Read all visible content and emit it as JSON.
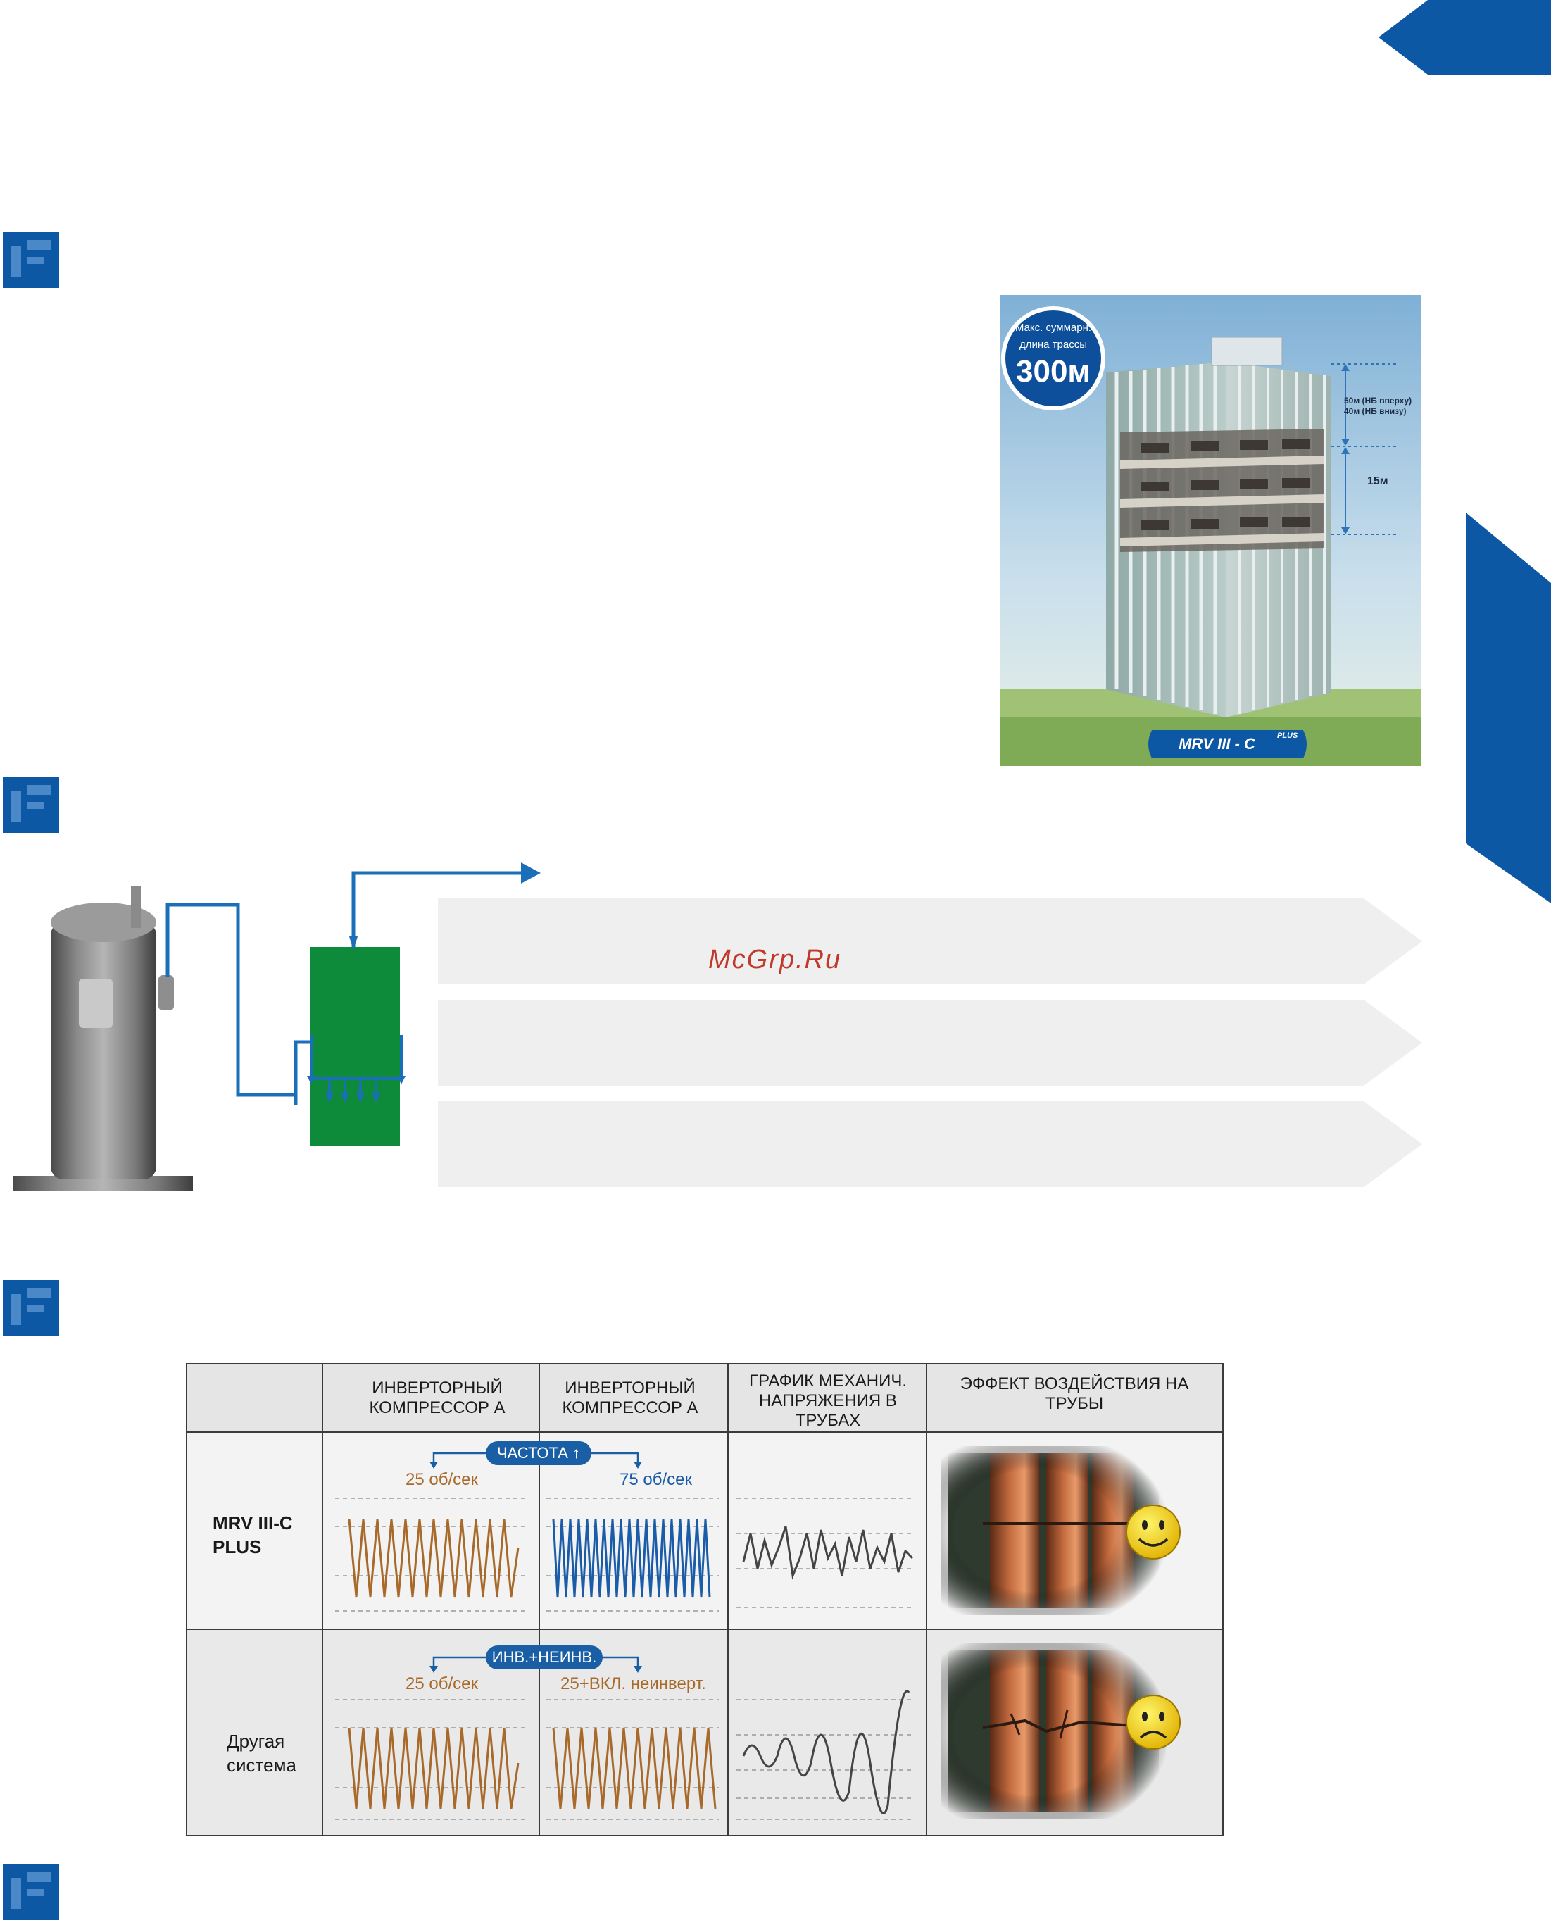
{
  "colors": {
    "brand_blue": "#0d58a4",
    "green_box": "#0e8a3b",
    "orange_wave": "#a86a2a",
    "blue_wave": "#1b5ca8",
    "gray_wave": "#444444"
  },
  "building": {
    "bubble_line1": "Макс. суммарн.",
    "bubble_line2": "длина трассы",
    "bubble_value": "300м",
    "dim_upper_line1": "50м (НБ вверху)",
    "dim_upper_line2": "40м (НБ внизу)",
    "dim_lower": "15м",
    "brand_main": "MRV III - C",
    "brand_sup": "PLUS"
  },
  "watermark": "McGrp.Ru",
  "table": {
    "headers": [
      "",
      "ИНВЕРТОРНЫЙ КОМПРЕССОР  А",
      "ИНВЕРТОРНЫЙ КОМПРЕССОР  А",
      "ГРАФИК МЕХАНИЧ. НАПРЯЖЕНИЯ В ТРУБАХ",
      "ЭФФЕКТ ВОЗДЕЙСТВИЯ НА ТРУБЫ"
    ],
    "rows": [
      {
        "label_line1": "MRV III-C",
        "label_line2": "PLUS",
        "pill": "ЧАСТОТА ↑",
        "freq_a": "25 об/сек",
        "freq_b": "75 об/сек",
        "effect_icon": "smiley-happy-icon"
      },
      {
        "label_line1": "Другая",
        "label_line2": "система",
        "pill": "ИНВ.+НЕИНВ.",
        "freq_a": "25 об/сек",
        "freq_b": "25+ВКЛ. неинверт.",
        "effect_icon": "smiley-sad-icon"
      }
    ]
  }
}
